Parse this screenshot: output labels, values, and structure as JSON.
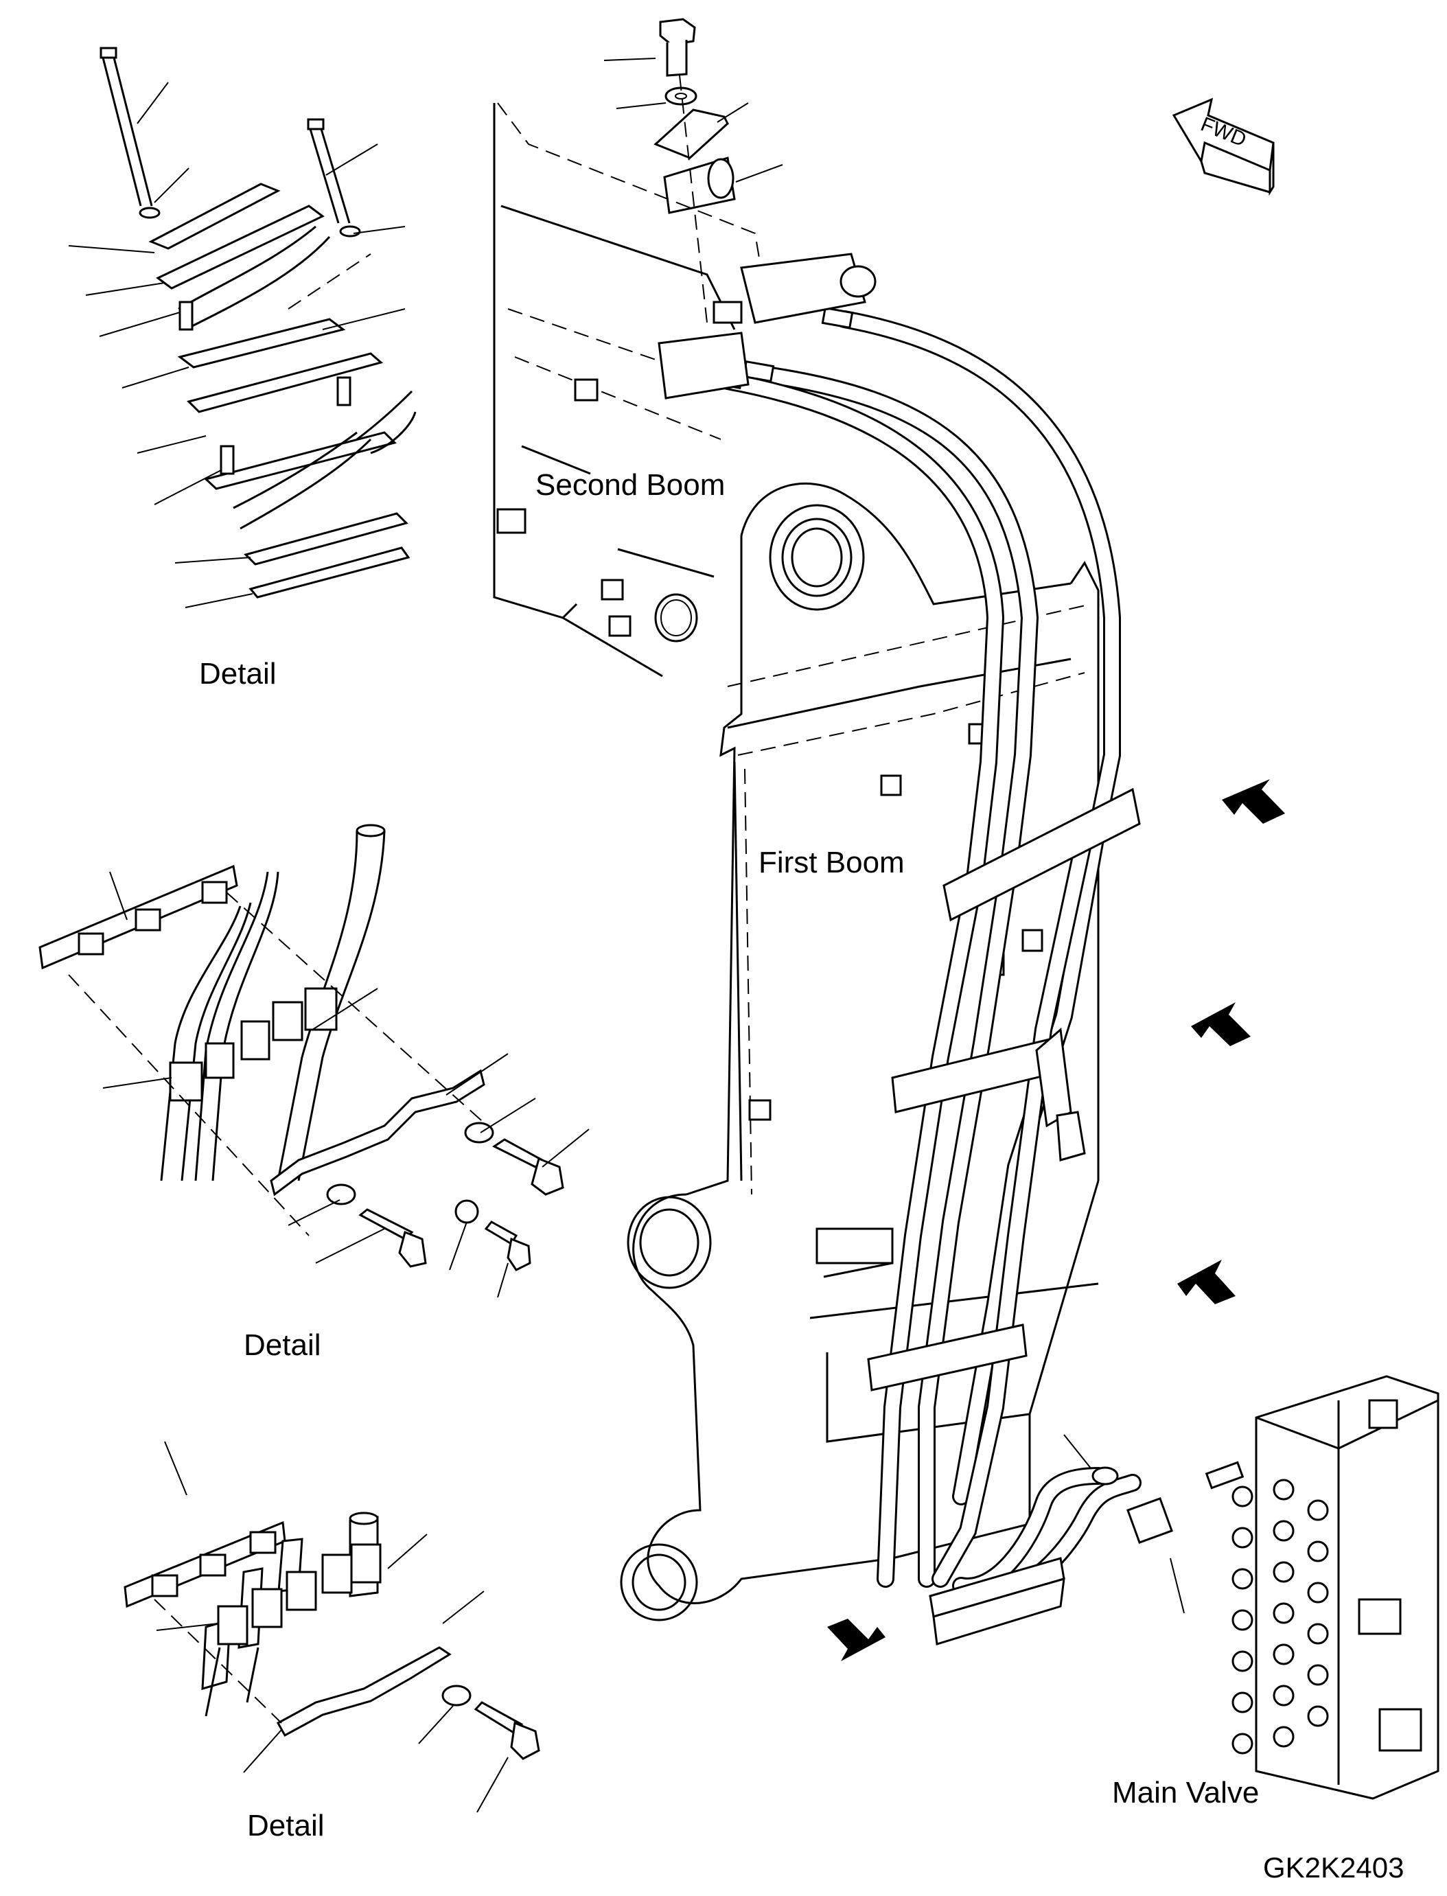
{
  "labels": {
    "second_boom": "Second Boom",
    "first_boom": "First Boom",
    "main_valve": "Main Valve",
    "detail_top": "Detail",
    "detail_middle": "Detail",
    "detail_bottom": "Detail",
    "fwd": "FWD",
    "drawing_code": "GK2K2403"
  },
  "icons": [
    "fwd-arrow-icon",
    "view-arrow-icon"
  ]
}
